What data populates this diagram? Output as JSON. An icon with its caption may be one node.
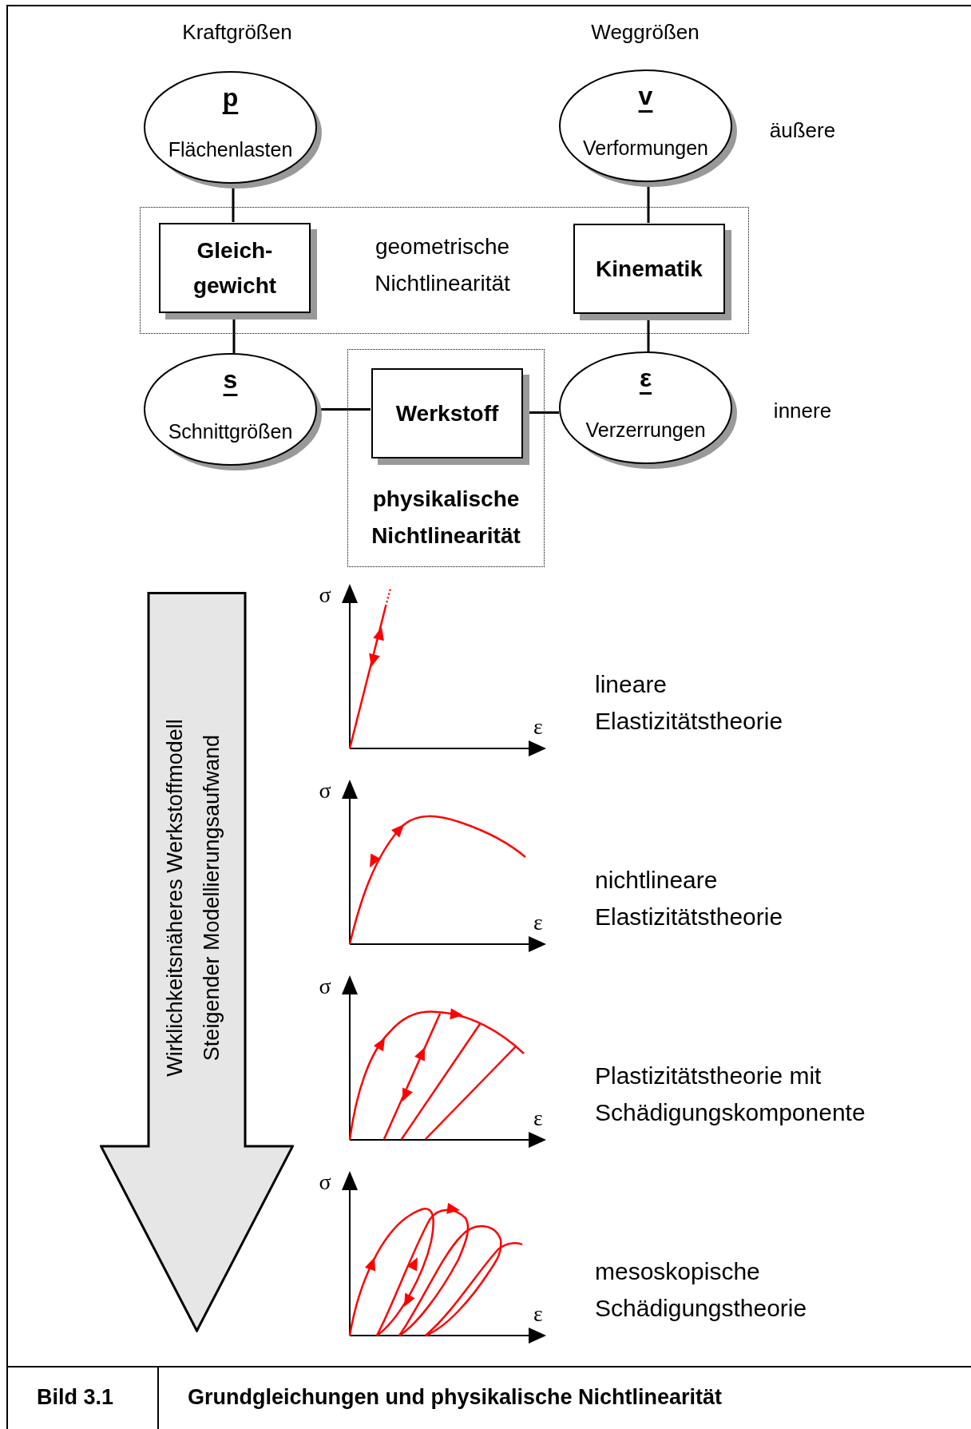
{
  "diagram": {
    "nodes": [
      {
        "text": [
          "p",
          "Flächenlasten"
        ]
      },
      {
        "text": [
          "v",
          "Verformungen"
        ]
      },
      {
        "text": [
          "geometrische Nichtlinearität"
        ]
      },
      {
        "text": [
          "Gleich- gewicht"
        ],
        "in": 2
      },
      {
        "text": [
          "Kinematik"
        ],
        "in": 2
      },
      {
        "text": [
          "s",
          "Schnittgrößen"
        ]
      },
      {
        "text": [
          "physikalische Nichtlinearität"
        ]
      },
      {
        "text": [
          "Werkstoff"
        ],
        "in": 6
      },
      {
        "text": [
          "ε",
          "Verzerrungen"
        ]
      },
      {
        "text": [
          "Wirklichkeitsnäheres Werkstoffmodell",
          "Steigender Modellierungsaufwand"
        ]
      }
    ],
    "edges": [
      {
        "from": 0,
        "to": 3,
        "arrow": "none"
      },
      {
        "from": 1,
        "to": 4,
        "arrow": "none"
      },
      {
        "from": 3,
        "to": 5,
        "arrow": "none"
      },
      {
        "from": 4,
        "to": 8,
        "arrow": "none"
      },
      {
        "from": 5,
        "to": 7,
        "arrow": "none"
      },
      {
        "from": 7,
        "to": 8,
        "arrow": "none"
      }
    ],
    "labels": [
      "Kraftgrößen",
      "Weggrößen",
      "äußere",
      "innere",
      "σ",
      "ε",
      "lineare Elastizitätstheorie",
      "σ",
      "ε",
      "nichtlineare Elastizitätstheorie",
      "σ",
      "ε",
      "Plastizitätstheorie mit Schädigungskomponente",
      "σ",
      "ε",
      "mesoskopische Schädigungstheorie",
      "Bild 3.1",
      "Grundgleichungen und physikalische Nichtlinearität"
    ]
  }
}
